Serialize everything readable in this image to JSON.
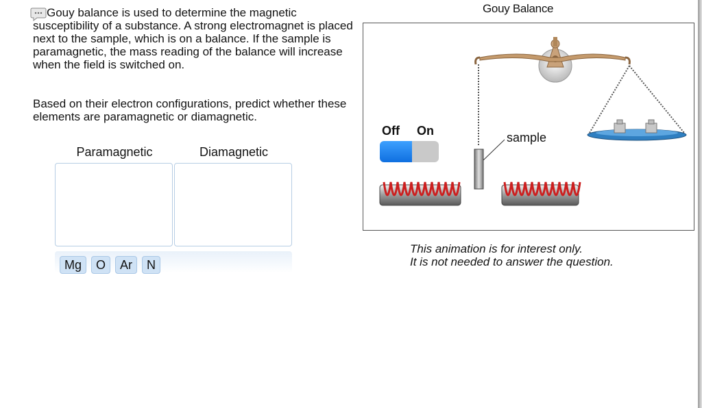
{
  "intro_text": "Gouy balance is used to determine the magnetic susceptibility of a substance. A strong electromagnet is placed next to the sample, which is on a balance. If the sample is paramagnetic, the mass reading of the balance will increase when the field is switched on.",
  "question_text": "Based on their electron configurations, predict whether these elements are paramagnetic or diamagnetic.",
  "bins": [
    {
      "label": "Paramagnetic"
    },
    {
      "label": "Diamagnetic"
    }
  ],
  "tokens": [
    "Mg",
    "O",
    "Ar",
    "N"
  ],
  "animation": {
    "title": "Gouy Balance",
    "toggle_off_label": "Off",
    "toggle_on_label": "On",
    "toggle_state": "off",
    "sample_label": "sample",
    "note_line1": "This animation is for interest only.",
    "note_line2": "It is not needed to answer the question."
  },
  "colors": {
    "bin_border": "#b6cde4",
    "token_bg": "#cfe2f5",
    "toggle_blue": "#1f82f0",
    "coil_red": "#cc1f1f",
    "balance_brass": "#b0875a",
    "pan_blue": "#2f7fc1"
  },
  "icons": {
    "comment": "speech-bubble-icon"
  }
}
